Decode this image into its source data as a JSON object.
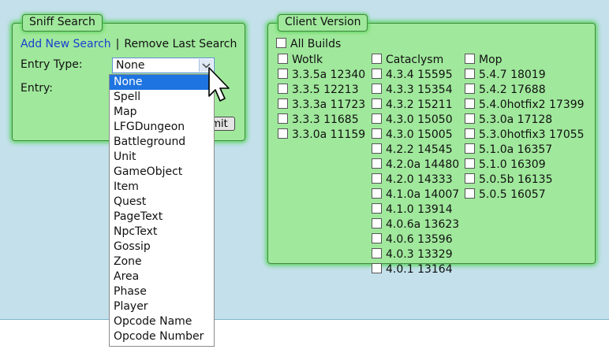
{
  "sniff_search": {
    "title": "Sniff Search",
    "add_new": "Add New Search",
    "separator": "|",
    "remove_last": "Remove Last Search",
    "entry_type_label": "Entry Type:",
    "entry_label": "Entry:",
    "selected_entry_type": "None",
    "submit_label": "mit",
    "entry_type_options": [
      "None",
      "Spell",
      "Map",
      "LFGDungeon",
      "Battleground",
      "Unit",
      "GameObject",
      "Item",
      "Quest",
      "PageText",
      "NpcText",
      "Gossip",
      "Zone",
      "Area",
      "Phase",
      "Player",
      "Opcode Name",
      "Opcode Number"
    ]
  },
  "client_version": {
    "title": "Client Version",
    "all_builds": "All Builds",
    "columns": [
      {
        "header": "Wotlk",
        "builds": [
          "3.3.5a 12340",
          "3.3.5 12213",
          "3.3.3a 11723",
          "3.3.3 11685",
          "3.3.0a 11159"
        ]
      },
      {
        "header": "Cataclysm",
        "builds": [
          "4.3.4 15595",
          "4.3.3 15354",
          "4.3.2 15211",
          "4.3.0 15050",
          "4.3.0 15005",
          "4.2.2 14545",
          "4.2.0a 14480",
          "4.2.0 14333",
          "4.1.0a 14007",
          "4.1.0 13914",
          "4.0.6a 13623",
          "4.0.6 13596",
          "4.0.3 13329",
          "4.0.1 13164"
        ]
      },
      {
        "header": "Mop",
        "builds": [
          "5.4.7 18019",
          "5.4.2 17688",
          "5.4.0hotfix2 17399",
          "5.3.0a 17128",
          "5.3.0hotfix3 17055",
          "5.1.0a 16357",
          "5.1.0 16309",
          "5.0.5b 16135",
          "5.0.5 16057"
        ]
      }
    ]
  },
  "colors": {
    "panel": "#a0e89c",
    "page_bg": "#c3e0eb",
    "link": "#1a3fd0",
    "selected_option": "#1e74e0"
  }
}
